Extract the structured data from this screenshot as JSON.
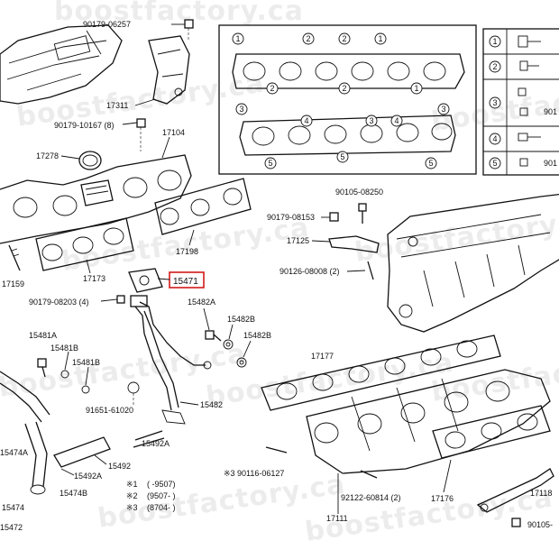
{
  "watermark": "boostfactory.ca",
  "highlighted_part": "15471",
  "labels": {
    "p90179_06257": "90179-06257",
    "p17311": "17311",
    "p90179_10167": "90179-10167 (8)",
    "p17104": "17104",
    "p17278": "17278",
    "p17198": "17198",
    "p15471": "15471",
    "p17159": "17159",
    "p17173": "17173",
    "p90179_08203": "90179-08203 (4)",
    "p15482A": "15482A",
    "p15482B_1": "15482B",
    "p15482B_2": "15482B",
    "p15481A": "15481A",
    "p15481B_1": "15481B",
    "p15481B_2": "15481B",
    "p91651": "91651-61020",
    "p15482": "15482",
    "p15492A": "15492A",
    "p15492": "15492",
    "p15492A_2": "15492A",
    "p15474A": "15474A",
    "p15474B": "15474B",
    "p15474": "15474",
    "p15472": "15472",
    "p17177": "17177",
    "p90105_08250": "90105-08250",
    "p90179_08153": "90179-08153",
    "p17125": "17125",
    "p90126_08008": "90126-08008 (2)",
    "p90116": "※3 90116-06127",
    "p92122": "92122-60814 (2)",
    "p17176": "17176",
    "p17111": "17111",
    "p17118": "17118",
    "p90105_r": "90105-"
  },
  "footnotes": [
    {
      "mark": "※1",
      "text": "(      -9507)"
    },
    {
      "mark": "※2",
      "text": "(9507-      )"
    },
    {
      "mark": "※3",
      "text": "(8704-      )"
    }
  ],
  "gasket_circles": [
    "1",
    "2",
    "2",
    "1",
    "2",
    "2",
    "1",
    "3",
    "3",
    "4",
    "3",
    "4",
    "5",
    "5",
    "5"
  ],
  "legend_rows": [
    "1",
    "2",
    "3",
    "4",
    "5"
  ],
  "legend_partial": [
    "901",
    "901"
  ]
}
